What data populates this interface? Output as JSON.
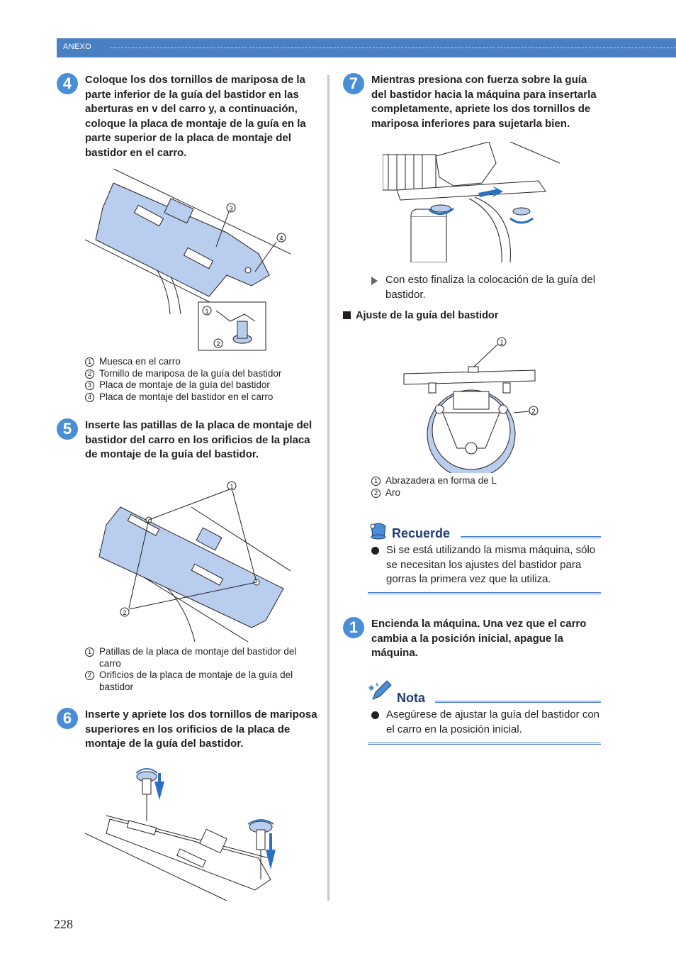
{
  "header": {
    "section": "ANEXO"
  },
  "steps": {
    "s4": {
      "num": "4",
      "text": "Coloque los dos tornillos de mariposa de la parte inferior de la guía del bastidor en las aberturas en v del carro y, a continuación, coloque la placa de montaje de la guía en la parte superior de la placa de montaje del bastidor en el carro."
    },
    "s5": {
      "num": "5",
      "text": "Inserte las patillas de la placa de montaje del bastidor del carro en los orificios de la placa de montaje de la guía del bastidor."
    },
    "s6": {
      "num": "6",
      "text": "Inserte y apriete los dos tornillos de mariposa superiores en los orificios de la placa de montaje de la guía del bastidor."
    },
    "s7": {
      "num": "7",
      "text": "Mientras presiona con fuerza sobre la guía del bastidor hacia la máquina para insertarla completamente, apriete los dos tornillos de mariposa inferiores para sujetarla bien."
    },
    "s1": {
      "num": "1",
      "text": "Encienda la máquina. Una vez que el carro cambia a la posición inicial, apague la máquina."
    }
  },
  "fig1": {
    "callouts": [
      "1",
      "2",
      "3",
      "4"
    ],
    "legend": [
      {
        "n": "1",
        "text": "Muesca en el carro"
      },
      {
        "n": "2",
        "text": "Tornillo de mariposa de la guía del bastidor"
      },
      {
        "n": "3",
        "text": "Placa de montaje de la guía del bastidor"
      },
      {
        "n": "4",
        "text": "Placa de montaje del bastidor en el carro"
      }
    ]
  },
  "fig2": {
    "callouts": [
      "1",
      "2"
    ],
    "legend": [
      {
        "n": "1",
        "text": "Patillas de la placa de montaje del bastidor del carro"
      },
      {
        "n": "2",
        "text": "Orificios de la placa de montaje de la guía del bastidor"
      }
    ]
  },
  "result_text": "Con esto finaliza la colocación de la guía del bastidor.",
  "subheading": "Ajuste de la guía del bastidor",
  "fig4": {
    "callouts": [
      "1",
      "2"
    ],
    "legend": [
      {
        "n": "1",
        "text": "Abrazadera en forma de L"
      },
      {
        "n": "2",
        "text": "Aro"
      }
    ]
  },
  "recuerde": {
    "title": "Recuerde",
    "bullet": "Si se está utilizando la misma máquina, sólo se necesitan los ajustes del bastidor para gorras la primera vez que la utiliza."
  },
  "nota": {
    "title": "Nota",
    "bullet": "Asegúrese de ajustar la guía del bastidor con el carro en la posición inicial."
  },
  "page_number": "228",
  "colors": {
    "accent": "#4a7fc1",
    "step_circle": "#4a8fd6",
    "plate_fill": "#b9cdef"
  }
}
